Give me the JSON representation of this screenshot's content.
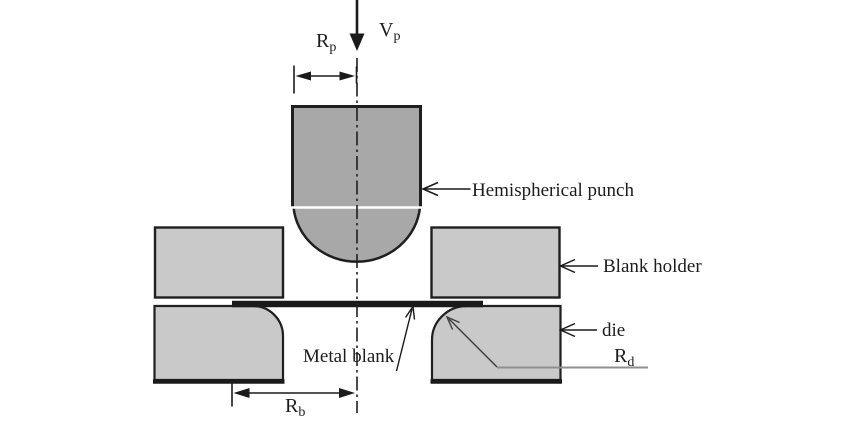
{
  "labels": {
    "punch_radius": {
      "main": "R",
      "sub": "p"
    },
    "punch_velocity": {
      "main": "V",
      "sub": "p"
    },
    "hemispherical_punch": "Hemispherical punch",
    "blank_holder": "Blank holder",
    "die": "die",
    "die_radius": {
      "main": "R",
      "sub": "d"
    },
    "metal_blank": "Metal blank",
    "blank_radius": {
      "main": "R",
      "sub": "b"
    }
  },
  "colors": {
    "background": "#ffffff",
    "punch_fill": "#a8a8a8",
    "tool_fill": "#c9c9c9",
    "outline": "#1f1f1f",
    "blank": "#1a1a1a",
    "leader_gray": "#8f8f8f"
  }
}
